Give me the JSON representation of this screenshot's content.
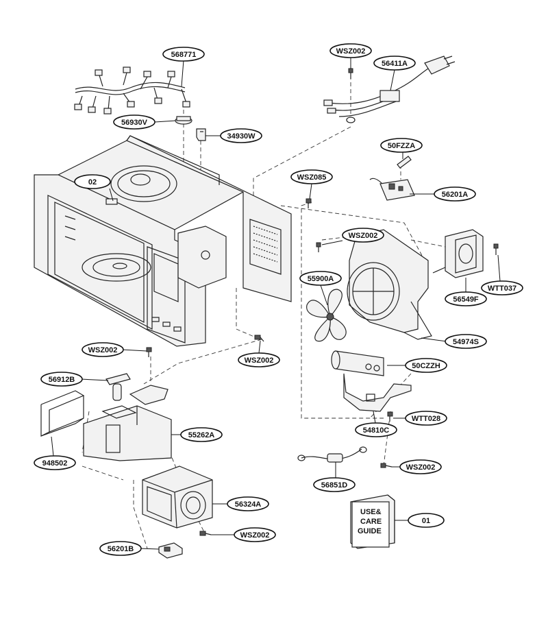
{
  "callouts": {
    "c568771": "568771",
    "c56930V": "56930V",
    "c34930W": "34930W",
    "c02": "02",
    "cWSZ002_top": "WSZ002",
    "c56411A": "56411A",
    "c50FZZA": "50FZZA",
    "cWSZ085": "WSZ085",
    "c56201A": "56201A",
    "cWSZ002_mid": "WSZ002",
    "c55900A": "55900A",
    "c56549F": "56549F",
    "cWTT037": "WTT037",
    "c54974S": "54974S",
    "cWSZ002_left": "WSZ002",
    "cWSZ002_center": "WSZ002",
    "c50CZZH": "50CZZH",
    "c56912B": "56912B",
    "c55262A": "55262A",
    "c54810C": "54810C",
    "cWTT028": "WTT028",
    "c948502": "948502",
    "c56851D": "56851D",
    "cWSZ002_cord": "WSZ002",
    "c56324A": "56324A",
    "cWSZ002_bottom": "WSZ002",
    "c56201B": "56201B",
    "c01": "01"
  },
  "guide_book": {
    "line1": "USE&",
    "line2": "CARE",
    "line3": "GUIDE"
  }
}
